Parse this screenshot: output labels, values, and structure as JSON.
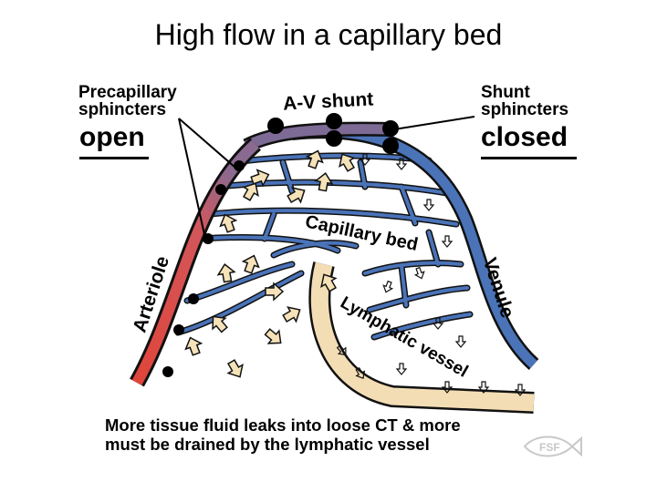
{
  "title": "High flow in a capillary bed",
  "labels": {
    "precapillary": [
      "Precapillary",
      "sphincters"
    ],
    "precapillary_state": "open",
    "av_shunt": "A-V shunt",
    "shunt_sphincters": [
      "Shunt",
      "sphincters"
    ],
    "shunt_state": "closed",
    "capillary_bed": "Capillary bed",
    "arteriole": "Arteriole",
    "venule": "Venule",
    "lymphatic_vessel": "Lymphatic vessel"
  },
  "caption": [
    "More tissue fluid leaks into loose CT & more",
    "must be drained by the lymphatic vessel"
  ],
  "logo": "FSF",
  "colors": {
    "arteriole": "#e0453a",
    "venule": "#4a73b8",
    "shunt": "#7d6a95",
    "lymph": "#f3ddb4",
    "fluid_arrow": "#f6e2b8",
    "outline": "#111111"
  },
  "icons": [
    "fish-logo-icon",
    "sphincter-dot-icon",
    "fluid-arrow-icon"
  ]
}
